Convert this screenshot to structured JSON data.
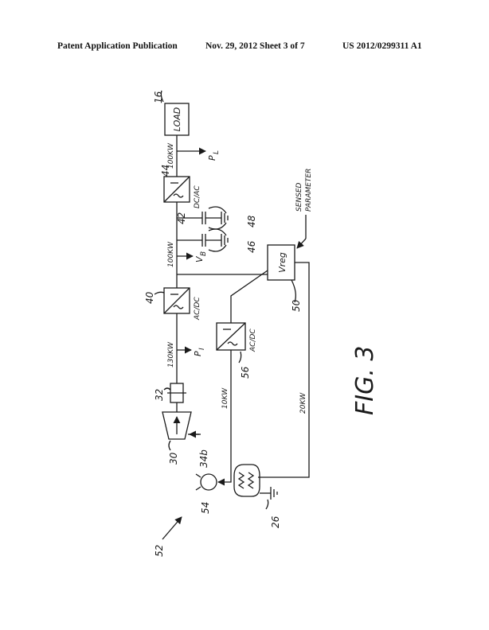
{
  "header": {
    "publication": "Patent Application Publication",
    "date_sheet": "Nov. 29, 2012   Sheet 3 of 7",
    "patent_number": "US 2012/0299311 A1"
  },
  "figure": {
    "title": "FIG. 3",
    "refs": {
      "load": "16",
      "dcac": "44",
      "node42": "42",
      "cap48": "48",
      "cap46": "46",
      "acdc_main": "40",
      "vreg": "50",
      "acdc_aux": "56",
      "coupling": "32",
      "turbine": "30",
      "input34b": "34b",
      "pump": "54",
      "heater": "26",
      "system": "52"
    },
    "labels": {
      "load": "LOAD",
      "dcac": "DC/AC",
      "acdc": "AC/DC",
      "acdc_aux": "AC/DC",
      "vreg": "Vreg",
      "sensed": "SENSED",
      "parameter": "PARAMETER",
      "p_load": "P",
      "p_load_sub": "L",
      "p_in": "P",
      "p_in_sub": "I",
      "v_bus": "V",
      "v_bus_sub": "B",
      "power_100kw_out": "100KW",
      "power_100kw_bus": "100KW",
      "power_130kw": "130KW",
      "power_10kw": "10KW",
      "power_20kw": "20KW"
    }
  }
}
